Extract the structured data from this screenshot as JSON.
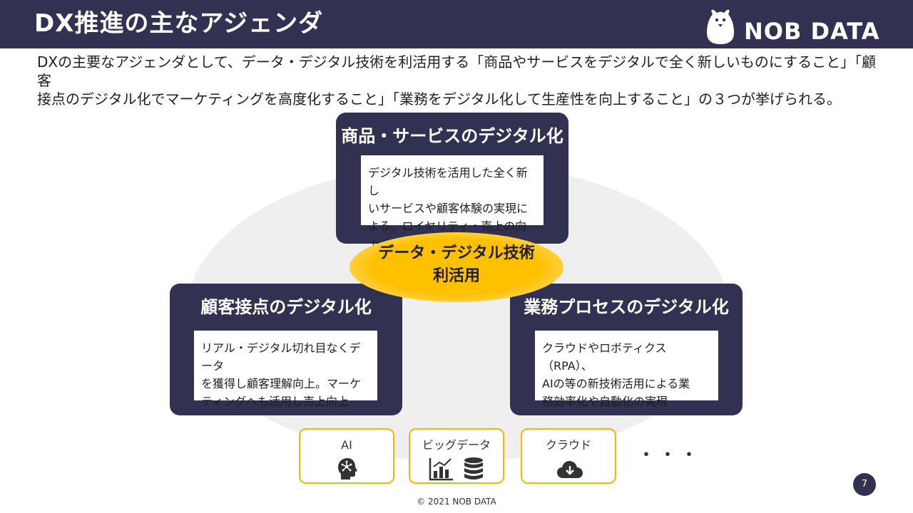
{
  "header": {
    "title": "DX推進の主なアジェンダ",
    "logo_text": "NOB DATA"
  },
  "intro": {
    "line1": "DXの主要なアジェンダとして、データ・デジタル技術を利活用する「商品やサービスをデジタルで全く新しいものにすること」「顧客",
    "line2": "接点のデジタル化でマーケティングを高度化すること」「業務をデジタル化して生産性を向上すること」の３つが挙げられる。"
  },
  "cards": {
    "top": {
      "title": "商品・サービスのデジタル化",
      "body_line1": "デジタル技術を活用した全く新し",
      "body_line2": "いサービスや顧客体験の実現に",
      "body_line3": "よる、ロイヤリティ・売上の向上"
    },
    "left": {
      "title": "顧客接点のデジタル化",
      "body_line1": "リアル・デジタル切れ目なくデータ",
      "body_line2": "を獲得し顧客理解向上。マーケ",
      "body_line3": "ティングへも活用し売上向上"
    },
    "right": {
      "title": "業務プロセスのデジタル化",
      "body_line1": "クラウドやロボティクス（RPA）、",
      "body_line2": "AIの等の新技術活用による業",
      "body_line3": "務効率化や自動化の実現"
    }
  },
  "center": {
    "line1": "データ・デジタル技術",
    "line2": "利活用"
  },
  "tech": {
    "ai": {
      "label": "AI",
      "icon": "ai-head-icon"
    },
    "bigdata": {
      "label": "ビッグデータ",
      "icons": [
        "chart-icon",
        "database-icon"
      ]
    },
    "cloud": {
      "label": "クラウド",
      "icon": "cloud-download-icon"
    },
    "more": "・・・"
  },
  "footer": {
    "page_number": "7",
    "copyright": "© 2021 NOB DATA"
  },
  "colors": {
    "navy": "#323152",
    "accent_yellow": "#ffc000",
    "box_border": "#f2b800",
    "background_ellipse": "#efefef"
  }
}
